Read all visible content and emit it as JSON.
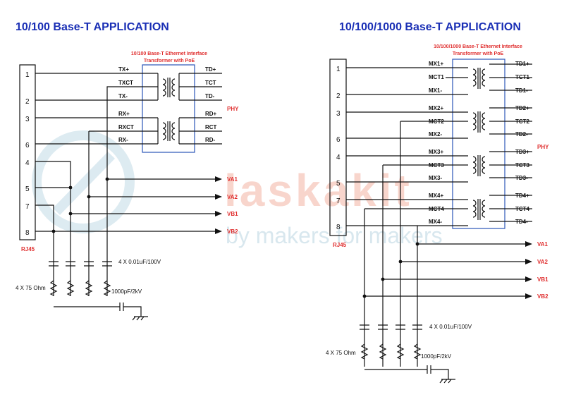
{
  "left": {
    "title": "10/100  Base-T  APPLICATION",
    "box_caption": [
      "10/100 Base-T Ethernet Interface",
      "Transformer with PoE"
    ],
    "connector": "RJ45",
    "pins": [
      "1",
      "2",
      "3",
      "6",
      "4",
      "5",
      "7",
      "8"
    ],
    "left_signals": [
      "TX+",
      "TXCT",
      "TX-",
      "RX+",
      "RXCT",
      "RX-"
    ],
    "right_signals": [
      "TD+",
      "TCT",
      "TD-",
      "RD+",
      "RCT",
      "RD-"
    ],
    "phy": "PHY",
    "outputs": [
      "VA1",
      "VA2",
      "VB1",
      "VB2"
    ],
    "cap_note": "4 X 0.01uF/100V",
    "res_note": "4 X 75 Ohm",
    "hv_cap_note": "1000pF/2kV"
  },
  "right": {
    "title": "10/100/1000  Base-T  APPLICATION",
    "box_caption": [
      "10/100/1000 Base-T Ethernet Interface",
      "Transformer with PoE"
    ],
    "connector": "RJ45",
    "pins": [
      "1",
      "2",
      "3",
      "6",
      "4",
      "5",
      "7",
      "8"
    ],
    "left_signals": [
      "MX1+",
      "MCT1",
      "MX1-",
      "MX2+",
      "MCT2",
      "MX2-",
      "MX3+",
      "MCT3",
      "MX3-",
      "MX4+",
      "MCT4",
      "MX4-"
    ],
    "right_signals": [
      "TD1+",
      "TCT1",
      "TD1-",
      "TD2+",
      "TCT2",
      "TD2-",
      "TD3+",
      "TCT3",
      "TD3-",
      "TD4+",
      "TCT4",
      "TD4-"
    ],
    "phy": "PHY",
    "outputs": [
      "VA1",
      "VA2",
      "VB1",
      "VB2"
    ],
    "cap_note": "4 X 0.01uF/100V",
    "res_note": "4 X 75 Ohm",
    "hv_cap_note": "1000pF/2kV"
  },
  "watermark": {
    "brand": "laskakit",
    "tagline": "by makers for makers"
  }
}
